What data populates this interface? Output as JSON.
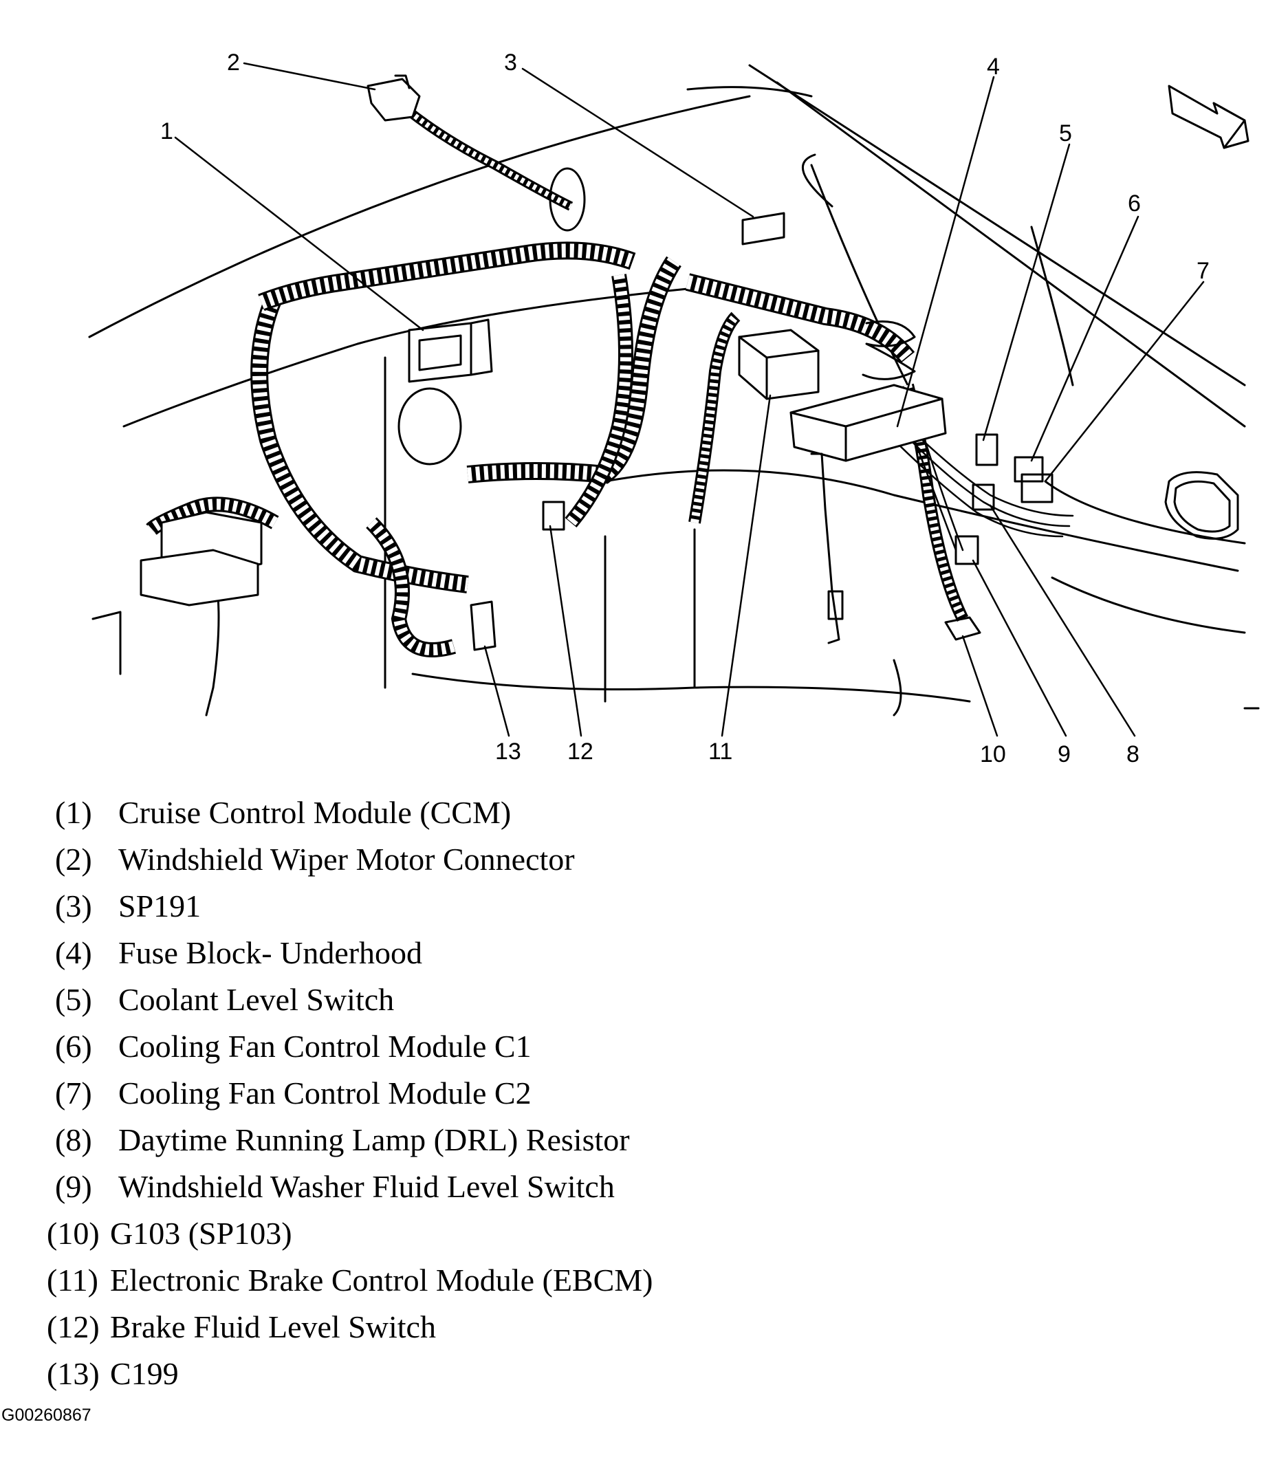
{
  "diagram": {
    "callout_labels": [
      "1",
      "2",
      "3",
      "4",
      "5",
      "6",
      "7",
      "8",
      "9",
      "10",
      "11",
      "12",
      "13"
    ],
    "legend": [
      {
        "num": "(1)",
        "text": "Cruise Control Module (CCM)"
      },
      {
        "num": "(2)",
        "text": "Windshield Wiper Motor Connector"
      },
      {
        "num": "(3)",
        "text": "SP191"
      },
      {
        "num": "(4)",
        "text": "Fuse Block- Underhood"
      },
      {
        "num": "(5)",
        "text": "Coolant Level Switch"
      },
      {
        "num": "(6)",
        "text": "Cooling Fan Control Module C1"
      },
      {
        "num": "(7)",
        "text": "Cooling Fan Control Module C2"
      },
      {
        "num": "(8)",
        "text": "Daytime Running Lamp (DRL) Resistor"
      },
      {
        "num": "(9)",
        "text": "Windshield Washer Fluid Level Switch"
      },
      {
        "num": "(10)",
        "text": "G103 (SP103)"
      },
      {
        "num": "(11)",
        "text": "Electronic Brake Control Module (EBCM)"
      },
      {
        "num": "(12)",
        "text": "Brake Fluid Level Switch"
      },
      {
        "num": "(13)",
        "text": "C199"
      }
    ],
    "figure_id": "G00260867"
  }
}
